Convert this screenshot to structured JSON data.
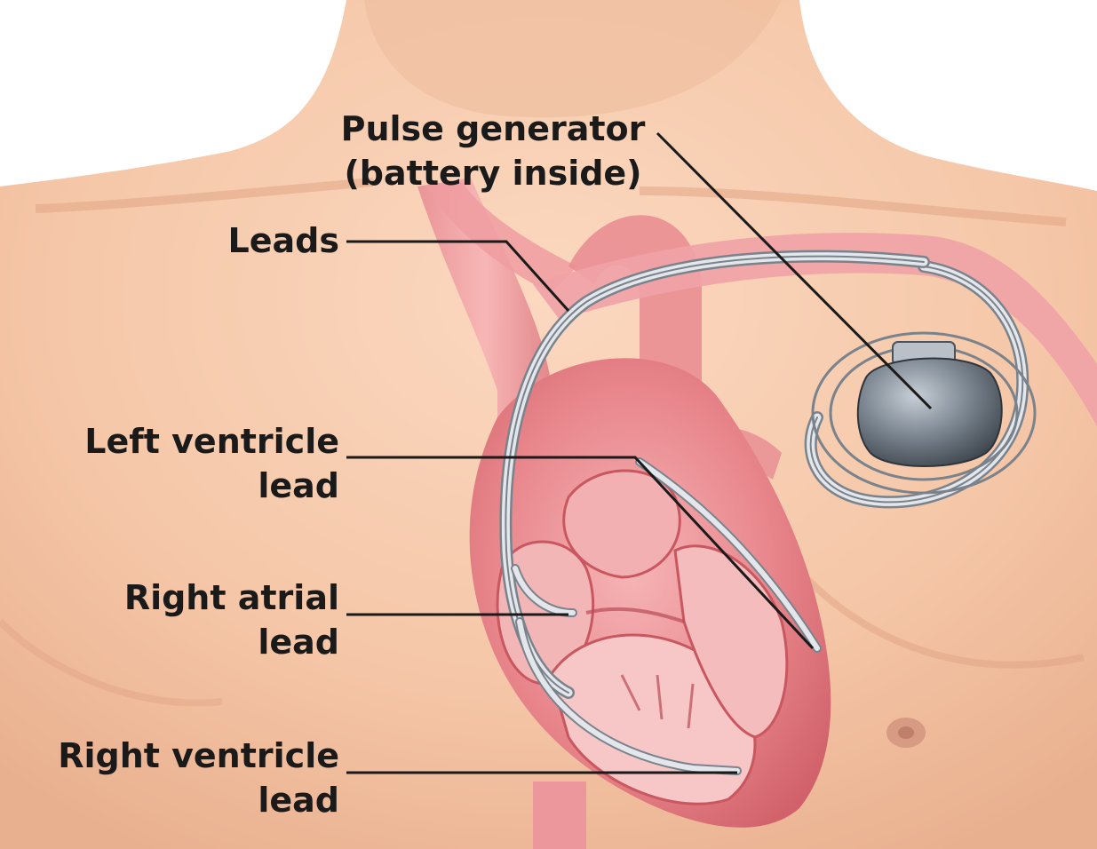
{
  "labels": {
    "pulse_generator": "Pulse generator\n(battery inside)",
    "leads": "Leads",
    "left_ventricle_lead": "Left ventricle\nlead",
    "right_atrial_lead": "Right atrial\nlead",
    "right_ventricle_lead": "Right ventricle\nlead"
  },
  "colors": {
    "skin": "#f7cdb0",
    "skin_shadow": "#eab394",
    "heart": "#e7828a",
    "heart_dark": "#c9575f",
    "vessel": "#ef9a9e",
    "device": "#5c6670",
    "lead_wire": "#d6dbe0",
    "label_text": "#1a1a1a",
    "leader_line": "#1a1a1a"
  }
}
